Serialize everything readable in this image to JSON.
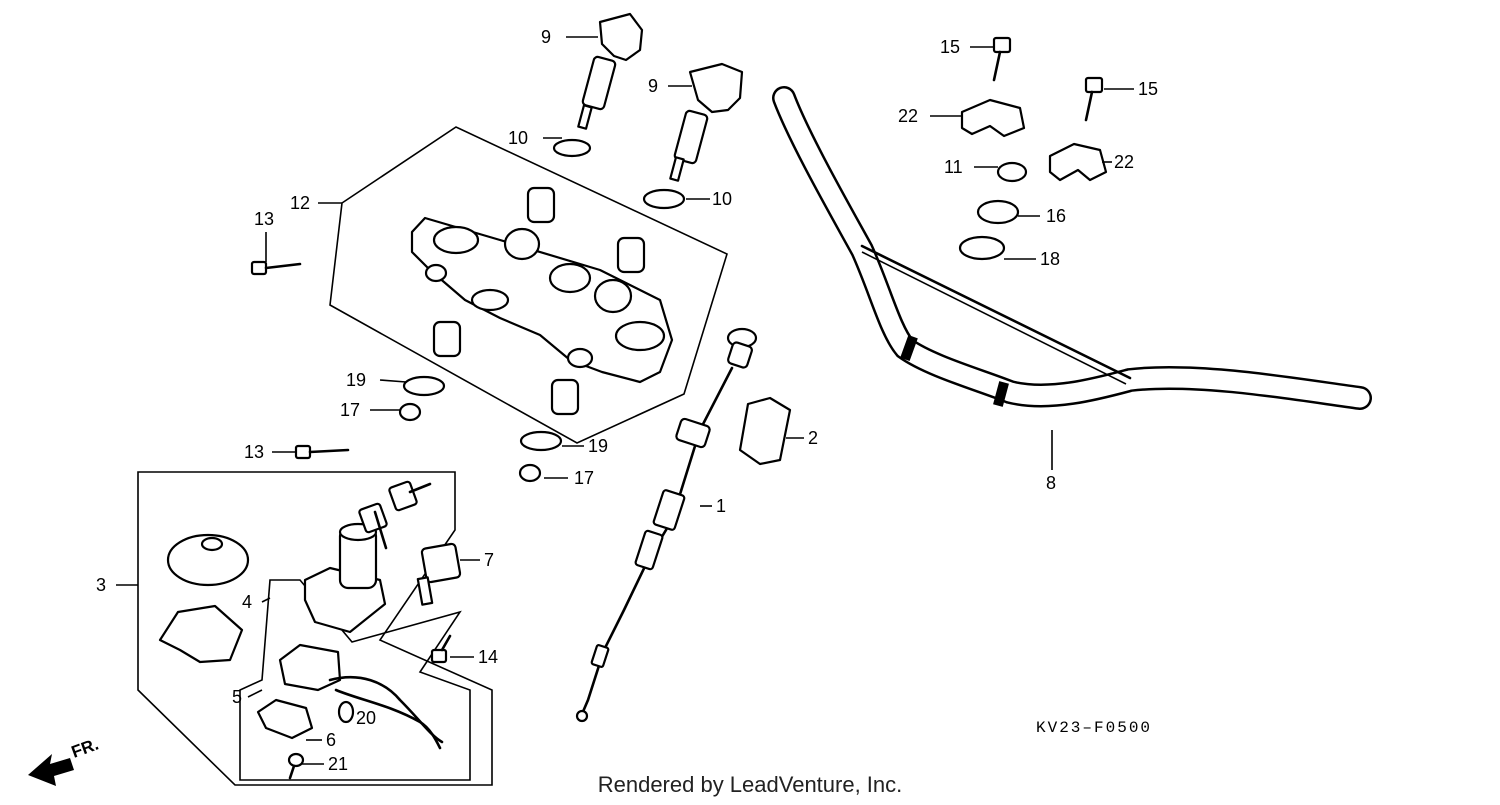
{
  "callouts": [
    "1",
    "2",
    "3",
    "4",
    "5",
    "6",
    "7",
    "8",
    "9",
    "10",
    "11",
    "12",
    "13",
    "14",
    "15",
    "16",
    "17",
    "18",
    "19",
    "20",
    "21",
    "22"
  ],
  "diagram_code": "KV23–F0500",
  "credit": "Rendered by LeadVenture, Inc.",
  "direction_label": "FR."
}
